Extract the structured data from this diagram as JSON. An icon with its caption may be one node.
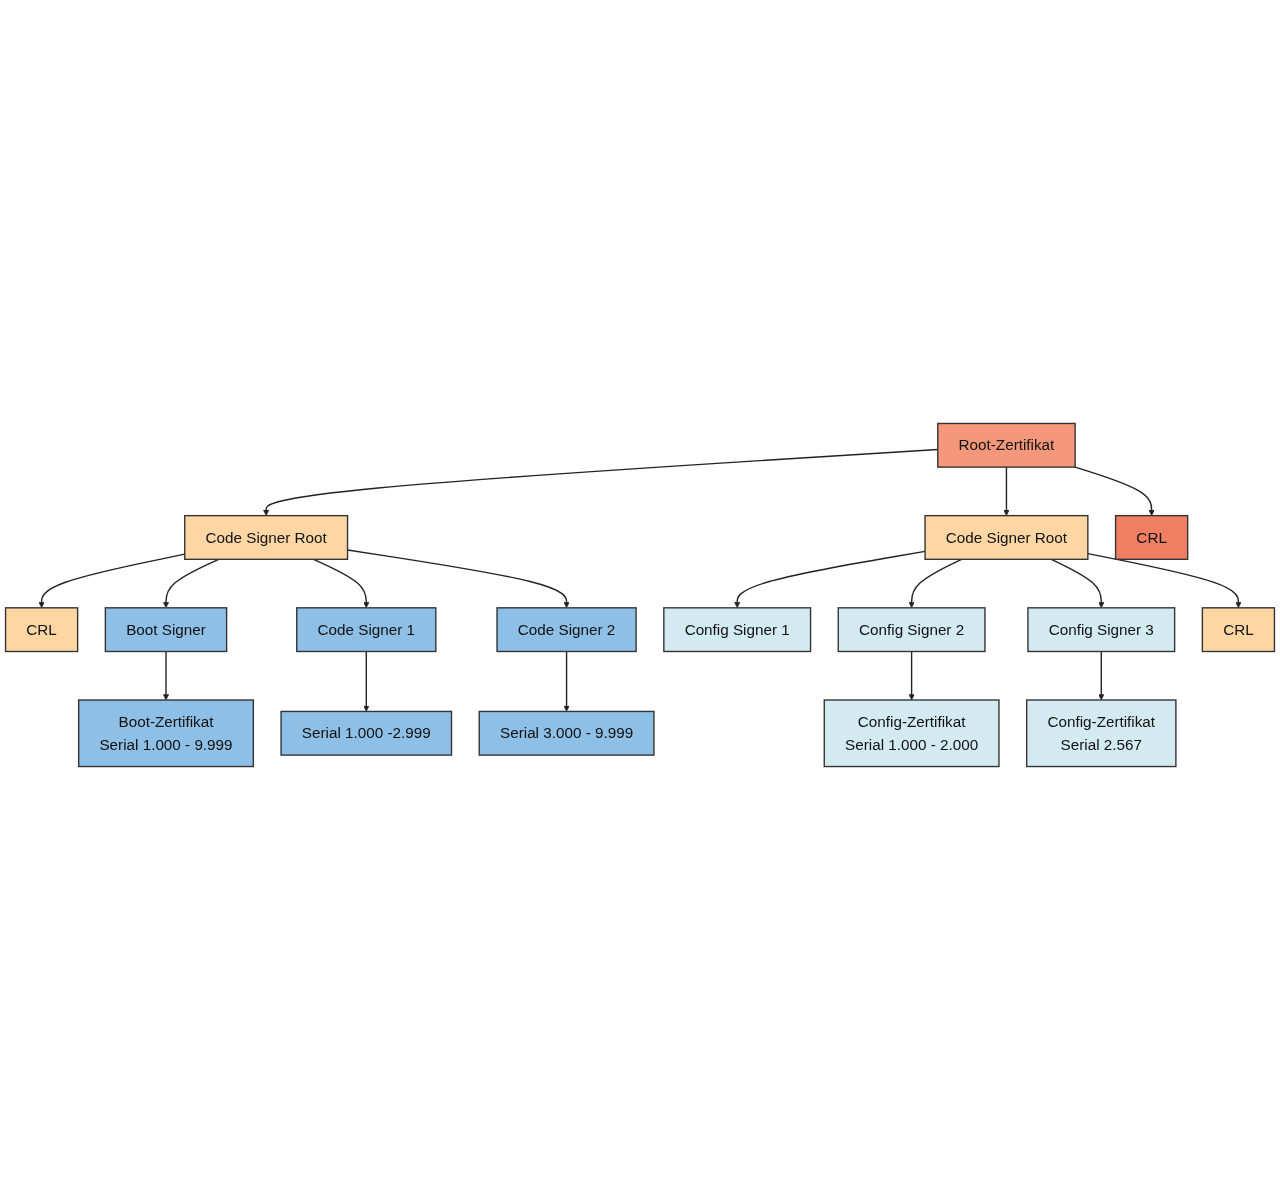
{
  "diagram": {
    "nodes": [
      {
        "text": [
          "Root-Zertifikat"
        ]
      },
      {
        "text": [
          "Code Signer Root"
        ]
      },
      {
        "text": [
          "Code Signer Root"
        ]
      },
      {
        "text": [
          "CRL"
        ]
      },
      {
        "text": [
          "CRL"
        ]
      },
      {
        "text": [
          "Boot Signer"
        ]
      },
      {
        "text": [
          "Config Signer 1"
        ]
      },
      {
        "text": [
          "CRL"
        ]
      },
      {
        "text": [
          "Code Signer 1"
        ]
      },
      {
        "text": [
          "Config Signer 2"
        ]
      },
      {
        "text": [
          "Code Signer 2"
        ]
      },
      {
        "text": [
          "Config Signer 3"
        ]
      },
      {
        "text": [
          "Boot-Zertifikat",
          "Serial 1.000 - 9.999"
        ]
      },
      {
        "text": [
          "Serial 3.000 - 9.999"
        ]
      },
      {
        "text": [
          "Config-Zertifikat",
          "Serial 1.000 - 2.000"
        ]
      },
      {
        "text": [
          "Serial 1.000 -2.999"
        ]
      },
      {
        "text": [
          "Config-Zertifikat",
          "Serial 2.567"
        ]
      }
    ],
    "edges": [
      {
        "from": 0,
        "to": 1,
        "arrow": "to"
      },
      {
        "from": 0,
        "to": 2,
        "arrow": "to"
      },
      {
        "from": 0,
        "to": 3,
        "arrow": "to"
      },
      {
        "from": 1,
        "to": 4,
        "arrow": "to"
      },
      {
        "from": 1,
        "to": 5,
        "arrow": "to"
      },
      {
        "from": 1,
        "to": 8,
        "arrow": "to"
      },
      {
        "from": 1,
        "to": 10,
        "arrow": "to"
      },
      {
        "from": 2,
        "to": 6,
        "arrow": "to"
      },
      {
        "from": 2,
        "to": 9,
        "arrow": "to"
      },
      {
        "from": 2,
        "to": 11,
        "arrow": "to"
      },
      {
        "from": 2,
        "to": 7,
        "arrow": "to"
      },
      {
        "from": 5,
        "to": 12,
        "arrow": "to"
      },
      {
        "from": 8,
        "to": 15,
        "arrow": "to"
      },
      {
        "from": 10,
        "to": 13,
        "arrow": "to"
      },
      {
        "from": 9,
        "to": 14,
        "arrow": "to"
      },
      {
        "from": 11,
        "to": 16,
        "arrow": "to"
      }
    ]
  }
}
